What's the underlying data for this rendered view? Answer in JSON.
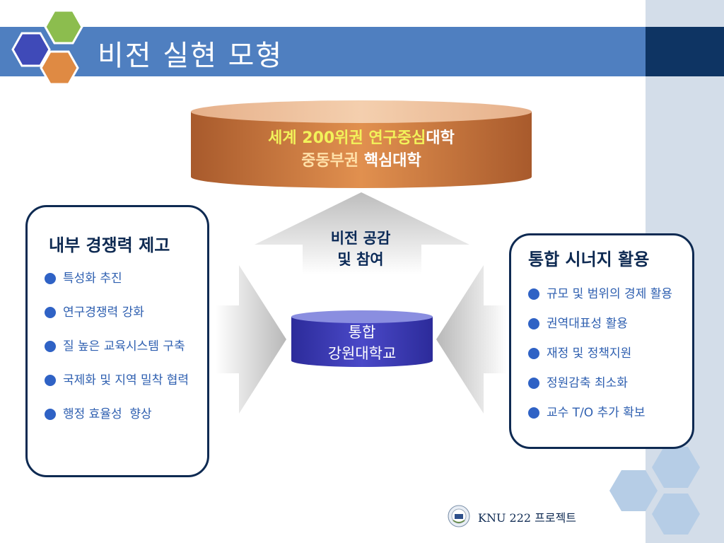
{
  "slide": {
    "title": "비전 실현 모형"
  },
  "vision_cylinder": {
    "line1_highlight": "세계 200위권 연구중심",
    "line1_rest": "대학",
    "line2_highlight": "중동부권",
    "line2_rest": " 핵심대학"
  },
  "up_arrow_label": {
    "line1": "비전 공감",
    "line2": "및 참여"
  },
  "center_cylinder": {
    "line1": "통합",
    "line2": "강원대학교"
  },
  "left_panel": {
    "title": "내부 경쟁력 제고",
    "items": [
      "특성화 추진",
      "연구경쟁력 강화",
      "질 높은 교육시스템 구축",
      "국제화 및 지역 밀착 협력",
      "행정 효율성  향상"
    ]
  },
  "right_panel": {
    "title": "통합 시너지 활용",
    "items": [
      "규모 및 범위의 경제 활용",
      "권역대표성 활용",
      "재정 및 정책지원",
      "정원감축 최소화",
      "교수 T/O 추가 확보"
    ]
  },
  "footer": {
    "text": "KNU 222 프로젝트"
  },
  "colors": {
    "title_bar": "#4f7fc0",
    "title_bar_dark": "#0e3463",
    "side_strip": "#d3dde9",
    "cylinder_orange": "#cf7a45",
    "center_blue": "#3d3cae",
    "panel_border": "#0e2a52",
    "bullet_text": "#2e5fb0",
    "hex_blue": "#3f4ab8",
    "hex_green": "#8cbd4e",
    "hex_orange": "#df8a43",
    "deco_hex": "#b6cde6"
  }
}
